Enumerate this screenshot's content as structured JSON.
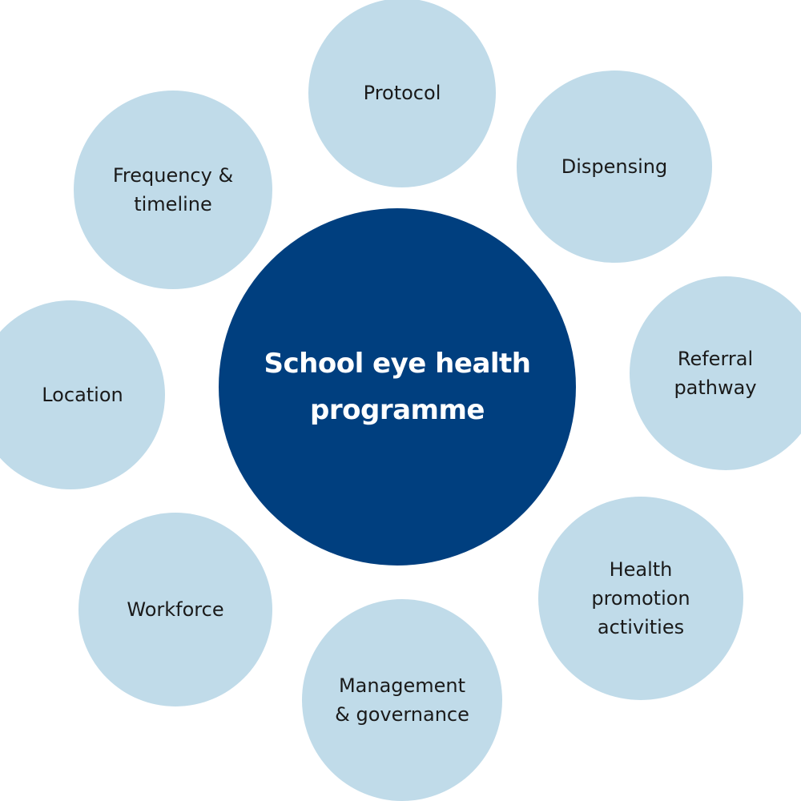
{
  "center": {
    "label": "School eye health\nprogramme",
    "color": "#003f7f"
  },
  "nodes": {
    "protocol": "Protocol",
    "dispensing": "Dispensing",
    "frequency": "Frequency &\ntimeline",
    "referral": "Referral\npathway",
    "location": "Location",
    "health": "Health\npromotion\nactivities",
    "workforce": "Workforce",
    "management": "Management\n& governance"
  },
  "colors": {
    "outer_node": "#c0dbe9",
    "center_node": "#003f7f"
  }
}
